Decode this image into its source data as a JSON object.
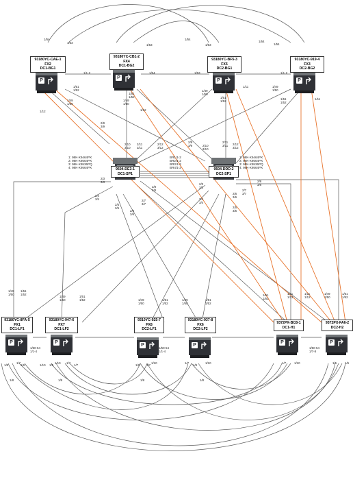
{
  "devices": {
    "fx2": {
      "line1": "93180YC-CAE-1",
      "line2": "FX2",
      "line3": "DC1-BG1"
    },
    "fx4": {
      "line1": "93180YC-CB1-2",
      "line2": "FX4",
      "line3": "DC1-BG2"
    },
    "fx5": {
      "line1": "93180YC-BF5-3",
      "line2": "FX5",
      "line3": "DC2-BG1"
    },
    "fx3": {
      "line1": "93180YC-919-4",
      "line2": "FX3",
      "line3": "DC2-BG2"
    },
    "sp1": {
      "line1": "9504-DE3-1",
      "line2": "DC1-SP1"
    },
    "sp2": {
      "line1": "9504-DDD-2",
      "line2": "DC2-SP1"
    },
    "fx1": {
      "line1": "93180YC-8FA-5",
      "line2": "FX1",
      "line3": "DC1-LF1"
    },
    "fx7": {
      "line1": "93180YC-947-6",
      "line2": "FX7",
      "line3": "DC1-LF2"
    },
    "fx8": {
      "line1": "9310YC-925-7",
      "line2": "FX8",
      "line3": "DC2-LF1"
    },
    "fx6": {
      "line1": "93180YC-937-8",
      "line2": "FX6",
      "line3": "DC2-LF2"
    },
    "h1": {
      "line1": "9372PX-BC8-1",
      "line2": "DC1-H1"
    },
    "h2": {
      "line1": "9372PX-FA6-2",
      "line2": "DC2-H2"
    }
  },
  "sp1_cards": [
    "1: 98K-X9464PX",
    "2: 98K-X9564PX",
    "3: 98K-X9536PQ",
    "4: 98K-X9564PX"
  ],
  "sp2_cards": [
    "1: 98K-X9464PX",
    "2: 98K-X9564PX",
    "3: 98K-X9536PQ",
    "4: 98K-X9564PX"
  ],
  "sp_links": [
    "BR1/1-2",
    "BR2/1-2",
    "BR3/1-2",
    "BR4/1-2"
  ],
  "port_labels": [
    "1/54",
    "1/53",
    "1/53",
    "1/54",
    "1/53",
    "1/54",
    "1/54",
    "1/1-2",
    "1/1-2",
    "1/54",
    "1/53",
    "1/51",
    "1/52",
    "1/51",
    "1/52",
    "1/49",
    "1/50",
    "1/49",
    "1/50",
    "1/51",
    "1/52",
    "1/49",
    "1/50",
    "1/49",
    "1/50",
    "1/51",
    "1/52",
    "1/12",
    "1/12",
    "1/11",
    "1/11",
    "2/9",
    "3/9",
    "2/10",
    "3/10",
    "2/11",
    "3/11",
    "2/12",
    "3/12",
    "2/9",
    "3/9",
    "2/10",
    "3/10",
    "2/11",
    "3/11",
    "2/12",
    "3/12",
    "2/3",
    "3/3",
    "2/4",
    "3/4",
    "2/5",
    "3/5",
    "2/6",
    "3/6",
    "2/7",
    "3/7",
    "2/8",
    "3/8",
    "2/3",
    "3/3",
    "2/4",
    "3/4",
    "2/5",
    "3/5",
    "2/6",
    "3/6",
    "2/7",
    "3/7",
    "2/8",
    "3/8",
    "1/49",
    "1/50",
    "1/51",
    "1/52",
    "1/49",
    "1/50",
    "1/51",
    "1/52",
    "1/49",
    "1/50",
    "1/51",
    "1/52",
    "1/49",
    "1/50",
    "1/51",
    "1/52",
    "1/51",
    "1/52",
    "1/11",
    "1/12",
    "1/49",
    "1/50",
    "1/51",
    "1/52",
    "1/11",
    "1/12",
    "1/8",
    "1/8",
    "1/8",
    "1/8",
    "1/50-54",
    "1/1-4",
    "1/50-54",
    "1/1-4",
    "1/50-54",
    "1/7-8",
    "1/7",
    "1/10",
    "1/7",
    "1/10",
    "1/7",
    "1/10",
    "1/7",
    "1/10",
    "1/5",
    "1/6",
    "1/8",
    "1/9",
    "1/10",
    "1/5",
    "1/7",
    "1/8",
    "1/7",
    "1/9"
  ]
}
